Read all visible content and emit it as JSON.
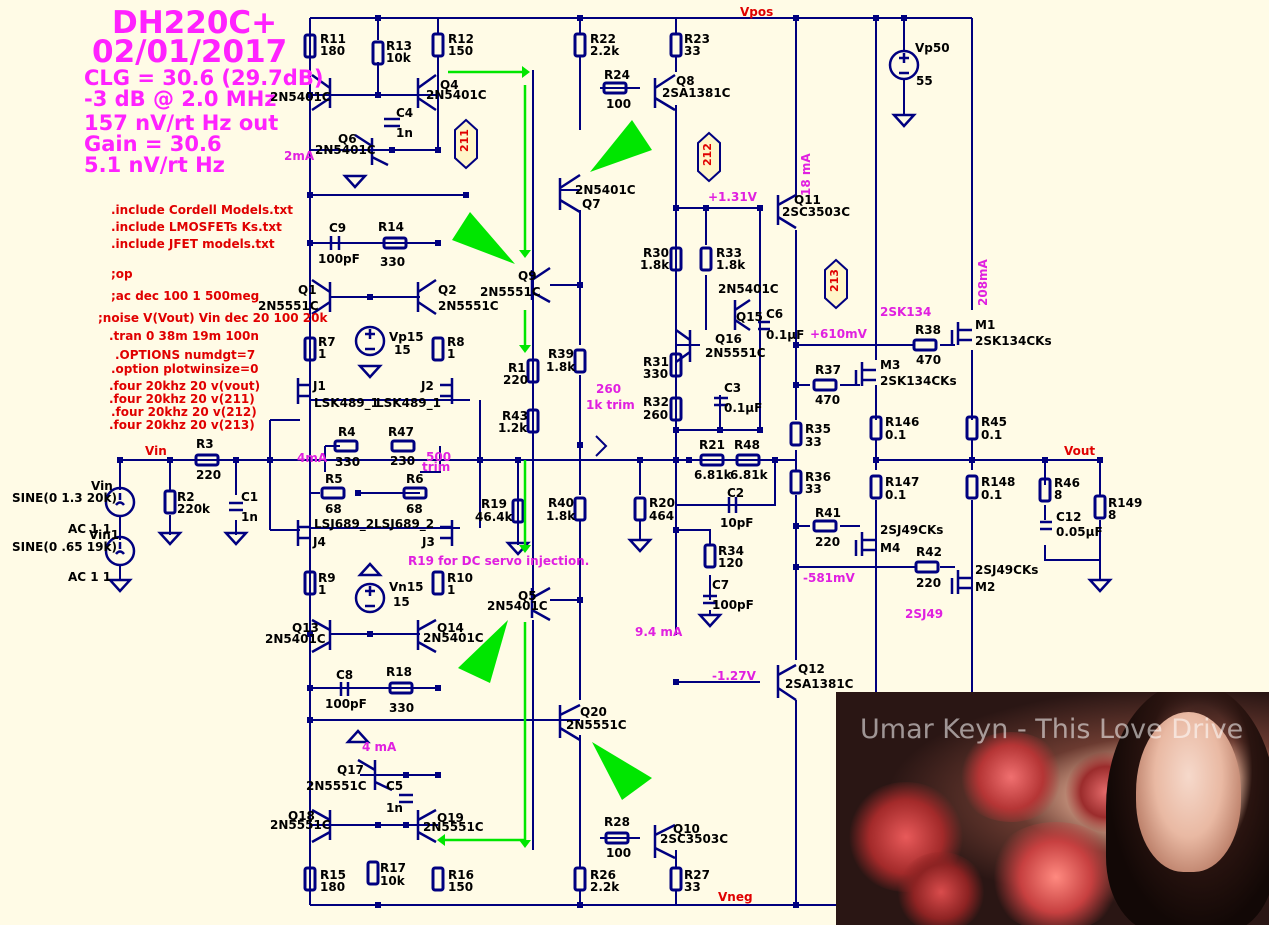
{
  "header": {
    "title": "DH220C+",
    "date": "02/01/2017",
    "specs": [
      "CLG = 30.6  (29.7dB)",
      "-3 dB @ 2.0 MHz",
      "157 nV/rt Hz out",
      "Gain = 30.6",
      "5.1 nV/rt Hz"
    ]
  },
  "directives": [
    ".include Cordell Models.txt",
    ".include LMOSFETs Ks.txt",
    ".include JFET models.txt",
    ";op",
    ";ac dec 100 1 500meg",
    ";noise V(Vout) Vin dec 20 100 20k",
    ".tran 0 38m 19m 100n",
    ".OPTIONS numdgt=7",
    ".option plotwinsize=0",
    ".four 20khz 20 v(vout)",
    ".four 20khz 20 v(211)",
    ".four 20khz 20 v(212)",
    ".four 20khz 20 v(213)"
  ],
  "nets": {
    "vpos": "Vpos",
    "vneg": "Vneg",
    "vin": "Vin",
    "vout": "Vout",
    "n211": "211",
    "n212": "212",
    "n213": "213"
  },
  "components": {
    "R11": [
      "R11",
      "180"
    ],
    "R13": [
      "R13",
      "10k"
    ],
    "R12": [
      "R12",
      "150"
    ],
    "R22": [
      "R22",
      "2.2k"
    ],
    "R23": [
      "R23",
      "33"
    ],
    "R24": [
      "R24",
      "100"
    ],
    "R14": [
      "R14",
      "330"
    ],
    "C9": [
      "C9",
      "100pF"
    ],
    "C4": [
      "C4",
      "1n"
    ],
    "R7": [
      "R7",
      "1"
    ],
    "R8": [
      "R8",
      "1"
    ],
    "R39": [
      "R39",
      "1.8k"
    ],
    "R1": [
      "R1",
      "220"
    ],
    "R43": [
      "R43",
      "1.2k"
    ],
    "R30": [
      "R30",
      "1.8k"
    ],
    "R33": [
      "R33",
      "1.8k"
    ],
    "R31": [
      "R31",
      "330"
    ],
    "R32": [
      "R32",
      "260"
    ],
    "C6": [
      "C6",
      "0.1µF"
    ],
    "C3": [
      "C3",
      "0.1µF"
    ],
    "R38": [
      "R38",
      "470"
    ],
    "R37": [
      "R37",
      "470"
    ],
    "R146": [
      "R146",
      "0.1"
    ],
    "R45": [
      "R45",
      "0.1"
    ],
    "R35": [
      "R35",
      "33"
    ],
    "R3": [
      "R3",
      "220"
    ],
    "R2": [
      "R2",
      "220k"
    ],
    "C1": [
      "C1",
      "1n"
    ],
    "R4": [
      "R4",
      "330"
    ],
    "R47": [
      "R47",
      "230"
    ],
    "R5": [
      "R5",
      "68"
    ],
    "R6": [
      "R6",
      "68"
    ],
    "R19": [
      "R19",
      "46.4k"
    ],
    "R40": [
      "R40",
      "1.8k"
    ],
    "R20": [
      "R20",
      "464"
    ],
    "R21": [
      "R21",
      "6.81k"
    ],
    "R48": [
      "R48",
      "6.81k"
    ],
    "C2": [
      "C2",
      "10pF"
    ],
    "R34": [
      "R34",
      "120"
    ],
    "C7": [
      "C7",
      "100pF"
    ],
    "R36": [
      "R36",
      "33"
    ],
    "R147": [
      "R147",
      "0.1"
    ],
    "R148": [
      "R148",
      "0.1"
    ],
    "R46": [
      "R46",
      "8"
    ],
    "R149": [
      "R149",
      "8"
    ],
    "C12": [
      "C12",
      "0.05µF"
    ],
    "R41": [
      "R41",
      "220"
    ],
    "R42": [
      "R42",
      "220"
    ],
    "R9": [
      "R9",
      "1"
    ],
    "R10": [
      "R10",
      "1"
    ],
    "C8": [
      "C8",
      "100pF"
    ],
    "R18": [
      "R18",
      "330"
    ],
    "C5": [
      "C5",
      "1n"
    ],
    "R28": [
      "R28",
      "100"
    ],
    "R15": [
      "R15",
      "180"
    ],
    "R17": [
      "R17",
      "10k"
    ],
    "R16": [
      "R16",
      "150"
    ],
    "R26": [
      "R26",
      "2.2k"
    ],
    "R27": [
      "R27",
      "33"
    ]
  },
  "transistors": {
    "Q3": "2N5401C",
    "Q4": "2N5401C",
    "Q4_name": "Q4",
    "Q6": "2N5401C",
    "Q6_name": "Q6",
    "Q8": "2SA1381C",
    "Q8_name": "Q8",
    "Q7": "2N5401C",
    "Q7_name": "Q7",
    "Q9": "2N5551C",
    "Q9_name": "Q9",
    "Q1": "2N5551C",
    "Q1_name": "Q1",
    "Q2": "2N5551C",
    "Q2_name": "Q2",
    "Q16": "2N5551C",
    "Q16_name": "Q16",
    "Q15": "2N5401C",
    "Q15_name": "Q15",
    "Q11": "2SC3503C",
    "Q11_name": "Q11",
    "M1": "2SK134CKs",
    "M1_name": "M1",
    "M3": "2SK134CKs",
    "M3_name": "M3",
    "M4": "2SJ49CKs",
    "M4_name": "M4",
    "M2": "2SJ49CKs",
    "M2_name": "M2",
    "J1": "J1",
    "J1_model": "LSK489_1",
    "J2": "J2",
    "J2_model": "LSK489_1",
    "J4": "J4",
    "J4_model": "LSJ689_2",
    "J3": "J3",
    "J3_model": "LSJ689_2",
    "Q13": "2N5401C",
    "Q13_name": "Q13",
    "Q14": "2N5401C",
    "Q14_name": "Q14",
    "Q5": "2N5401C",
    "Q5_name": "Q5",
    "Q12": "2SA1381C",
    "Q12_name": "Q12",
    "Q20": "2N5551C",
    "Q20_name": "Q20",
    "Q17": "2N5551C",
    "Q17_name": "Q17",
    "Q18": "2N5551C",
    "Q18_name": "Q18",
    "Q19": "2N5551C",
    "Q19_name": "Q19",
    "Q10": "2SC3503C",
    "Q10_name": "Q10"
  },
  "sources": {
    "Vp50_name": "Vp50",
    "Vp50_value": "55",
    "Vp15_name": "Vp15",
    "Vp15_value": "15",
    "Vn15_name": "Vn15",
    "Vn15_value": "15",
    "Vin_name": "Vin",
    "Vin_value": "SINE(0 1.3 20k)",
    "Vin_ac": "AC 1 1",
    "Vin1_name": "Vin1",
    "Vin1_value": "SINE(0 .65 19k)",
    "Vin1_ac": "AC 1 1"
  },
  "annotations": {
    "m2mA": "2mA",
    "m4mA_left": "4mA",
    "m4mA": "4 mA",
    "m18mA": "18 mA",
    "m208mA": "208mA",
    "m94mA": "9.4 mA",
    "v131": "+1.31V",
    "v610": "+610mV",
    "v581": "-581mV",
    "v127": "-1.27V",
    "n260": "260",
    "n1ktrim": "1k trim",
    "n500": "500",
    "trim": "trim",
    "r19note": "R19 for DC servo injection.",
    "sk134": "2SK134",
    "sj49": "2SJ49"
  },
  "video": {
    "overlay_title": "Umar Keyn - This Love Drive"
  },
  "colors": {
    "background": "#fffbe6",
    "wire": "#00007f",
    "component": "#000080",
    "title": "#ff22ff",
    "directive": "#e00000",
    "annotation": "#e020e0",
    "arrow": "#00ee00"
  }
}
